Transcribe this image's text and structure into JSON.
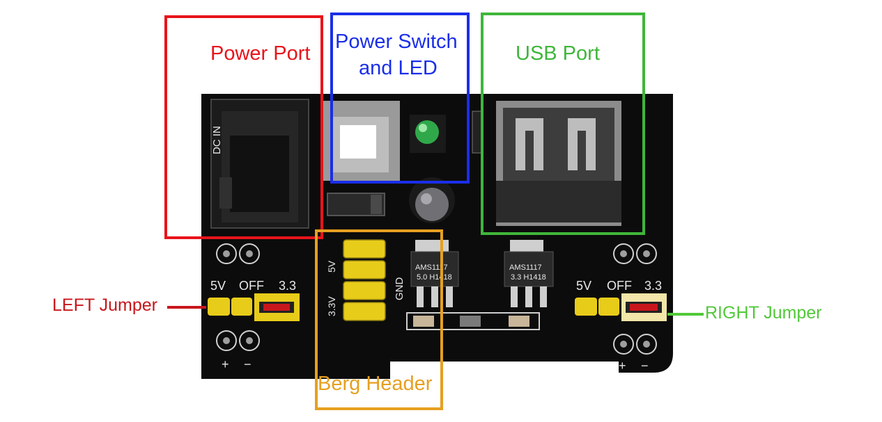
{
  "callouts": {
    "power_port": "Power Port",
    "power_switch_line1": "Power Switch",
    "power_switch_line2": "and LED",
    "usb_port": "USB Port",
    "left_jumper": "LEFT Jumper",
    "right_jumper": "RIGHT Jumper",
    "berg_header": "Berg Header"
  },
  "silkscreen": {
    "dc_in": "DC IN",
    "left_5v": "5V",
    "left_off": "OFF",
    "left_33": "3.3",
    "right_5v": "5V",
    "right_off": "OFF",
    "right_33": "3.3",
    "gnd": "GND",
    "header_5v": "5V",
    "header_33v": "3.3V",
    "reg1_line1": "AMS1117",
    "reg1_line2": "5.0 H1418",
    "reg2_line1": "AMS1117",
    "reg2_line2": "3.3 H1418",
    "plus": "+",
    "minus": "−"
  },
  "colors": {
    "power_port": "#e8141b",
    "power_switch": "#1a2ee8",
    "usb_port": "#3fb63a",
    "berg_header": "#e6a020",
    "left_jumper": "#c8171c",
    "right_jumper": "#52c83a"
  }
}
